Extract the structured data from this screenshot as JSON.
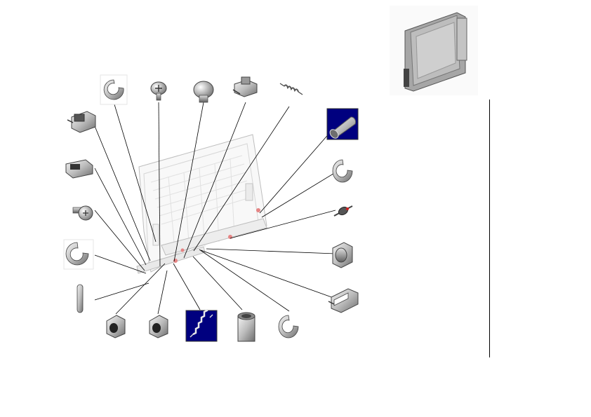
{
  "diagram": {
    "type": "exploded-parts-view",
    "parts": [
      {
        "id": "e-ring-top",
        "icon": "e-ring-icon"
      },
      {
        "id": "screw-top",
        "icon": "screw-icon"
      },
      {
        "id": "knob-top",
        "icon": "knob-icon"
      },
      {
        "id": "latch-top",
        "icon": "latch-bracket-icon"
      },
      {
        "id": "spring-top",
        "icon": "spring-icon"
      },
      {
        "id": "bracket-left-top",
        "icon": "latch-bracket-icon"
      },
      {
        "id": "clip-left",
        "icon": "clip-icon"
      },
      {
        "id": "screw-left",
        "icon": "screw-icon"
      },
      {
        "id": "e-ring-left",
        "icon": "e-ring-icon"
      },
      {
        "id": "pin-left",
        "icon": "pin-icon"
      },
      {
        "id": "collar-bottom-1",
        "icon": "collar-icon"
      },
      {
        "id": "collar-bottom-2",
        "icon": "collar-icon"
      },
      {
        "id": "spring-bottom",
        "icon": "spring-icon",
        "highlight": true
      },
      {
        "id": "sleeve-bottom",
        "icon": "sleeve-icon"
      },
      {
        "id": "e-ring-bottom",
        "icon": "e-ring-icon"
      },
      {
        "id": "tube-right",
        "icon": "tube-icon",
        "highlight": true
      },
      {
        "id": "e-ring-right",
        "icon": "e-ring-icon"
      },
      {
        "id": "roller-right",
        "icon": "roller-icon"
      },
      {
        "id": "bushing-right",
        "icon": "bushing-icon"
      },
      {
        "id": "bracket-right",
        "icon": "latch-bracket-icon"
      }
    ],
    "colors": {
      "line": "#000000",
      "highlight_bg": "#00007f",
      "part_metal": "#c8c8c8",
      "part_edge": "#444444",
      "panel_fill": "#f2f2f2",
      "accent_red": "#d02020"
    }
  }
}
